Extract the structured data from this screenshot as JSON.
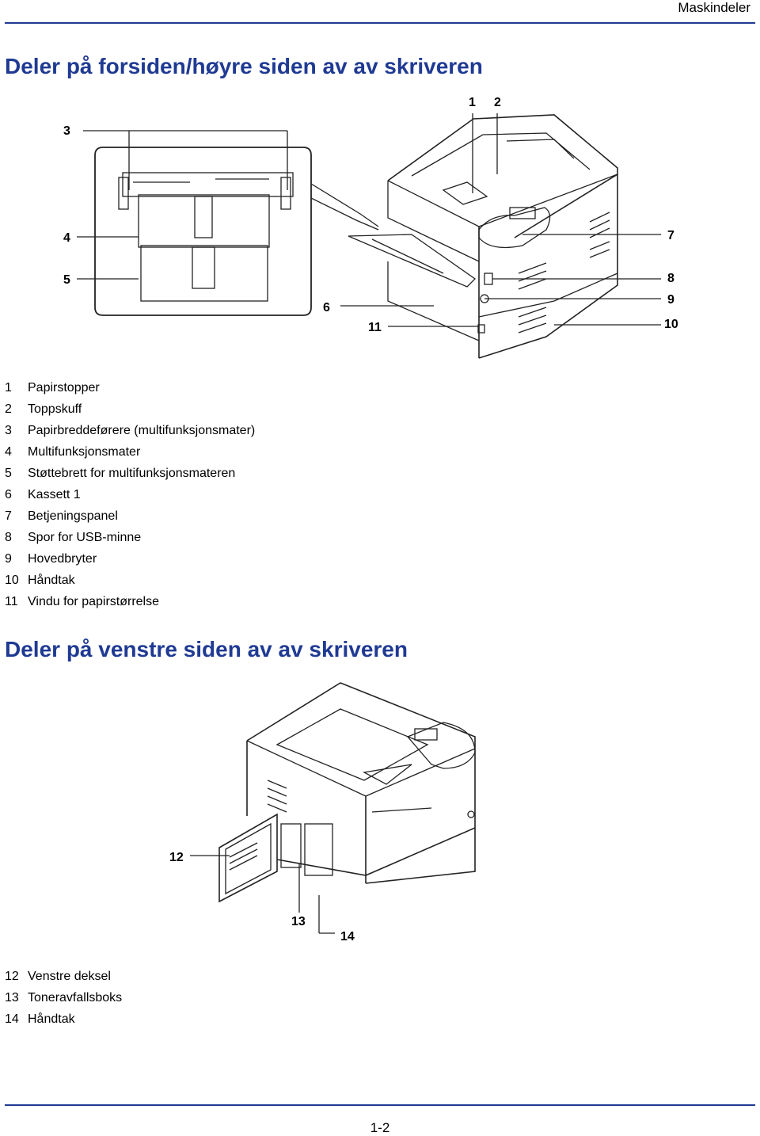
{
  "header": {
    "section": "Maskindeler"
  },
  "sections": [
    {
      "title": "Deler på forsiden/høyre siden av av skriveren",
      "legend": [
        {
          "num": "1",
          "label": "Papirstopper"
        },
        {
          "num": "2",
          "label": "Toppskuff"
        },
        {
          "num": "3",
          "label": "Papirbreddeførere (multifunksjonsmater)"
        },
        {
          "num": "4",
          "label": "Multifunksjonsmater"
        },
        {
          "num": "5",
          "label": "Støttebrett for multifunksjonsmateren"
        },
        {
          "num": "6",
          "label": "Kassett 1"
        },
        {
          "num": "7",
          "label": "Betjeningspanel"
        },
        {
          "num": "8",
          "label": "Spor for USB-minne"
        },
        {
          "num": "9",
          "label": "Hovedbryter"
        },
        {
          "num": "10",
          "label": "Håndtak"
        },
        {
          "num": "11",
          "label": "Vindu for papirstørrelse"
        }
      ]
    },
    {
      "title": "Deler på venstre siden av av skriveren",
      "legend": [
        {
          "num": "12",
          "label": "Venstre deksel"
        },
        {
          "num": "13",
          "label": "Toneravfallsboks"
        },
        {
          "num": "14",
          "label": "Håndtak"
        }
      ]
    }
  ],
  "callouts_front": [
    "1",
    "2",
    "3",
    "4",
    "5",
    "6",
    "7",
    "8",
    "9",
    "10",
    "11"
  ],
  "callouts_left": [
    "12",
    "13",
    "14"
  ],
  "footer": {
    "page": "1-2"
  }
}
